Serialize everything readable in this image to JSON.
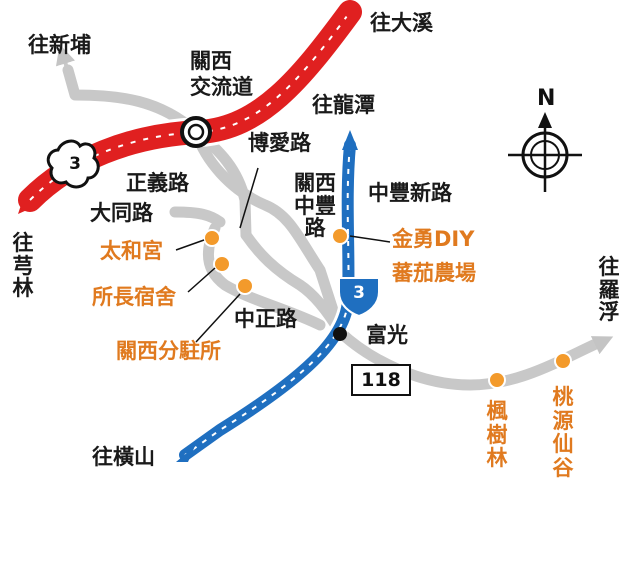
{
  "directions": {
    "to_xinpu": "往新埔",
    "to_daxi": "往大溪",
    "to_longtan": "往龍潭",
    "to_qionglin": "往芎林",
    "to_luofu": "往羅浮",
    "to_hengshan": "往橫山"
  },
  "interchange": {
    "name_line1": "關西",
    "name_line2": "交流道"
  },
  "roads": {
    "boai": "博愛路",
    "zhengyi": "正義路",
    "datong": "大同路",
    "zhongfeng": "關西中豐路",
    "zhongfeng_new": "中豐新路",
    "zhongzheng": "中正路",
    "freeway_number": "3",
    "provincial_number": "3",
    "county_number": "118"
  },
  "places": {
    "fuguang": "富光",
    "taihe_temple": "太和宮",
    "chief_dorm": "所長宿舍",
    "guanxi_station": "關西分駐所",
    "jinyong_line1": "金勇DIY",
    "jinyong_line2": "蕃茄農場",
    "fengshulin": "楓樹林",
    "taoyuan_xiangu": "桃源仙谷"
  },
  "compass": {
    "north": "N"
  },
  "colors": {
    "freeway": "#e02020",
    "provincial": "#1f6fc0",
    "local": "#c4c4c4",
    "poi": "#f39a2b",
    "poi_text": "#e07a1f"
  }
}
